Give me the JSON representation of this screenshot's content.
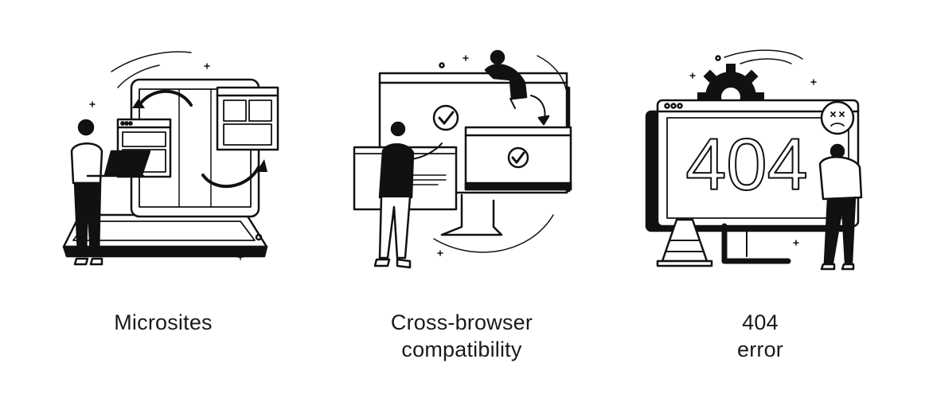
{
  "illustrations": [
    {
      "icon": "microsites-illustration",
      "caption_lines": [
        "Microsites"
      ]
    },
    {
      "icon": "cross-browser-illustration",
      "caption_lines": [
        "Cross-browser",
        "compatibility"
      ]
    },
    {
      "icon": "error-404-illustration",
      "caption_lines": [
        "404",
        "error"
      ],
      "screen_text": "404"
    }
  ]
}
